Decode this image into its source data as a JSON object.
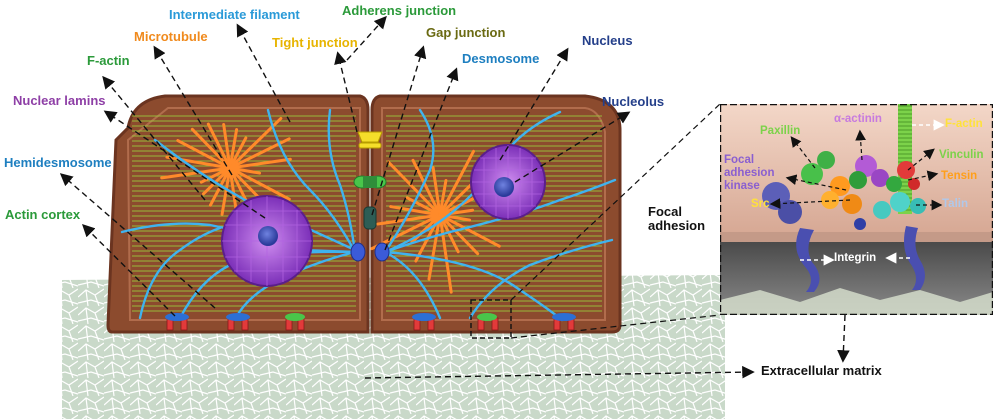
{
  "colors": {
    "purple": "#8e3fa6",
    "blue": "#1e7fc0",
    "green": "#2b9a3a",
    "orange": "#f08a1d",
    "yellow": "#e7b400",
    "olive": "#6a6a12",
    "navy": "#243f8a",
    "black": "#111111",
    "inset_green": "#7cd24a",
    "inset_purple": "#c77adf",
    "inset_orange": "#ff9f1a",
    "inset_yellow": "#ffe23a",
    "inset_white": "#ffffff",
    "inset_blue": "#b0c8ea"
  },
  "labels": {
    "intermediate_filament": "Intermediate filament",
    "adherens_junction": "Adherens junction",
    "microtubule": "Microtubule",
    "tight_junction": "Tight junction",
    "gap_junction": "Gap junction",
    "nucleus": "Nucleus",
    "f_actin": "F-actin",
    "desmosome": "Desmosome",
    "nuclear_lamins": "Nuclear lamins",
    "nucleolus": "Nucleolus",
    "hemidesmosome": "Hemidesmosome",
    "actin_cortex": "Actin cortex",
    "focal_adhesion": "Focal adhesion",
    "extracellular_matrix": "Extracellular matrix"
  },
  "inset": {
    "alpha_actinin": "α-actinin",
    "paxillin": "Paxillin",
    "f_actin": "F-actin",
    "focal_adhesion_kinase": "Focal adhesion kinase",
    "vinculin": "Vinculin",
    "tensin": "Tensin",
    "src": "Src",
    "talin": "Talin",
    "integrin": "Integrin"
  }
}
